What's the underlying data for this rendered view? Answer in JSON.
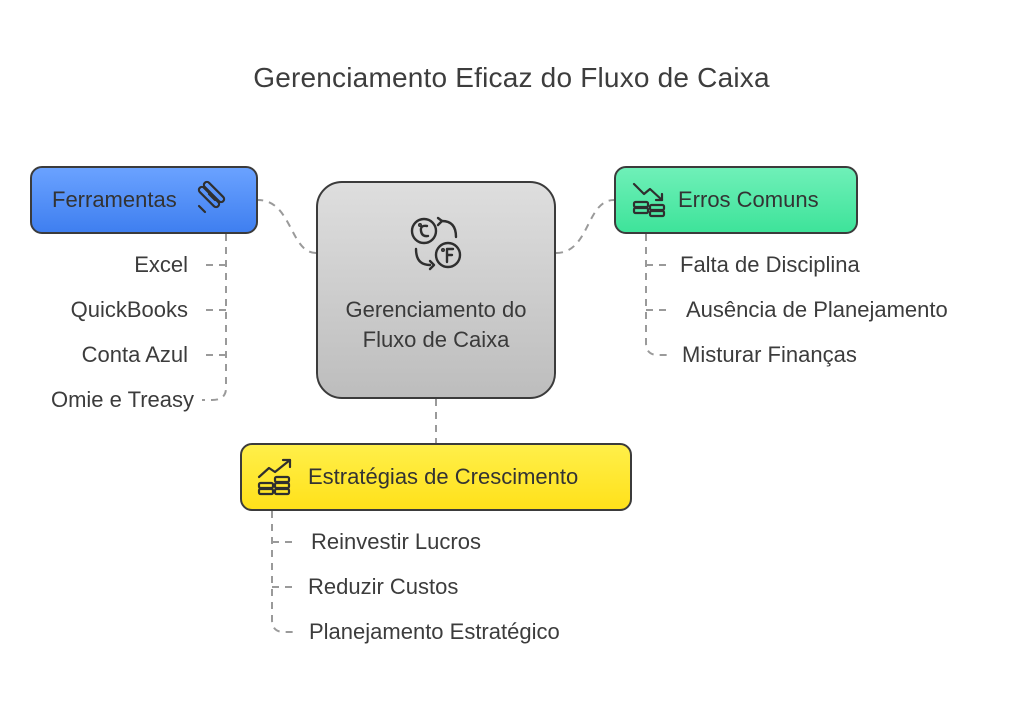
{
  "title": "Gerenciamento Eficaz do Fluxo de Caixa",
  "center": {
    "label": "Gerenciamento do Fluxo de Caixa",
    "icon": "currency-exchange-icon"
  },
  "tools": {
    "label": "Ferramentas",
    "icon": "tools-icon",
    "color": "#4d8cf7",
    "items": [
      "Excel",
      "QuickBooks",
      "Conta Azul",
      "Omie e Treasy"
    ]
  },
  "errors": {
    "label": "Erros Comuns",
    "icon": "declining-money-icon",
    "color": "#4ee7a6",
    "items": [
      "Falta de Disciplina",
      "Ausência de Planejamento",
      "Misturar Finanças"
    ]
  },
  "strategies": {
    "label": "Estratégias de Crescimento",
    "icon": "growing-money-icon",
    "color": "#ffe72e",
    "items": [
      "Reinvestir Lucros",
      "Reduzir Custos",
      "Planejamento Estratégico"
    ]
  },
  "colors": {
    "connector": "#9a9a9a",
    "border": "#3b3b3b",
    "center_fill": "#cfcfcf"
  }
}
